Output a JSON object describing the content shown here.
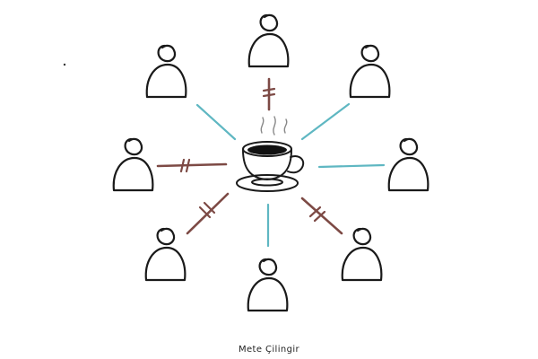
{
  "credit": "Mete Çilingir",
  "colors": {
    "open_connection": "#5fb7c2",
    "broken_connection": "#7d4a45",
    "outline": "#1a1a1a"
  },
  "center": {
    "icon": "coffee-cup-icon"
  },
  "people": [
    {
      "id": "top",
      "connection": "broken"
    },
    {
      "id": "top-right",
      "connection": "open"
    },
    {
      "id": "right",
      "connection": "open"
    },
    {
      "id": "bottom-right",
      "connection": "broken"
    },
    {
      "id": "bottom",
      "connection": "open"
    },
    {
      "id": "bottom-left",
      "connection": "broken"
    },
    {
      "id": "left",
      "connection": "broken"
    },
    {
      "id": "top-left",
      "connection": "open"
    }
  ]
}
